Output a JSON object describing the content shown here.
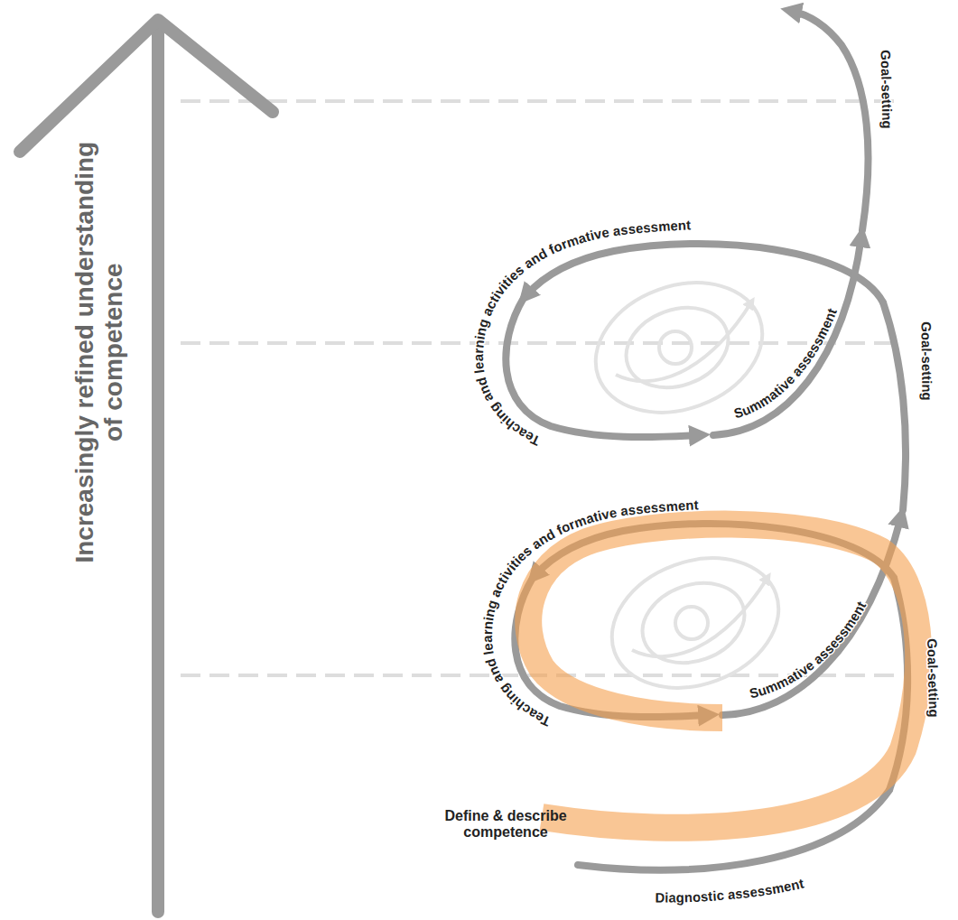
{
  "diagram": {
    "labels": [
      "Increasingly refined understanding of competence",
      "Goal-setting",
      "Teaching and learning activities and formative assessment",
      "Summative assessment",
      "Goal-setting",
      "Teaching and learning activities and formative assessment",
      "Summative assessment",
      "Goal-setting",
      "Define & describe competence",
      "Diagnostic assessment"
    ]
  }
}
